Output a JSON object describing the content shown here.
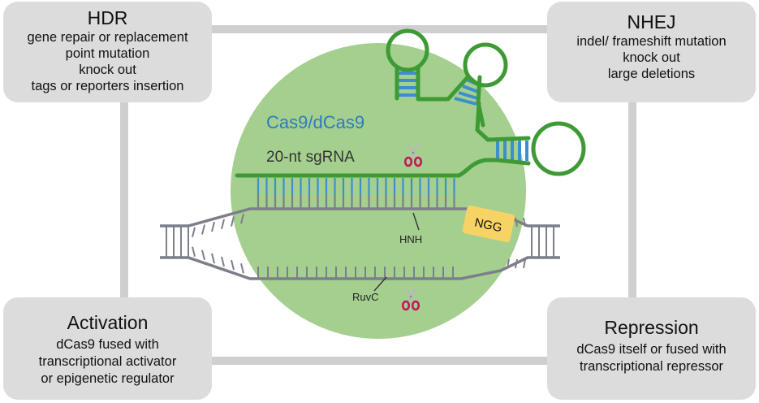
{
  "colors": {
    "protein": "#a5cf8f",
    "rna": "#3e9a35",
    "base_pair": "#3b8fd0",
    "dna": "#7c7f8a",
    "pam": "#f7d264",
    "box": "#dcdcdc",
    "connector": "#cfcfcf",
    "protein_label": "#2e7bbf",
    "scissors": "#c2185b"
  },
  "center": {
    "protein_label": "Cas9/dCas9",
    "sgrna_label": "20-nt sgRNA",
    "pam_label": "NGG",
    "hnh_label": "HNH",
    "ruvc_label": "RuvC",
    "icons": [
      "scissors-icon",
      "scissors-icon"
    ]
  },
  "hdr": {
    "title": "HDR",
    "lines": [
      "gene repair or replacement",
      "point mutation",
      "knock out",
      "tags or reporters insertion"
    ]
  },
  "nhej": {
    "title": "NHEJ",
    "lines": [
      "indel/ frameshift mutation",
      "knock out",
      "large deletions"
    ]
  },
  "activation": {
    "title": "Activation",
    "lines": [
      "dCas9 fused with",
      "transcriptional activator",
      "or epigenetic regulator"
    ]
  },
  "repression": {
    "title": "Repression",
    "lines": [
      "dCas9 itself or fused with",
      "transcriptional repressor"
    ]
  }
}
